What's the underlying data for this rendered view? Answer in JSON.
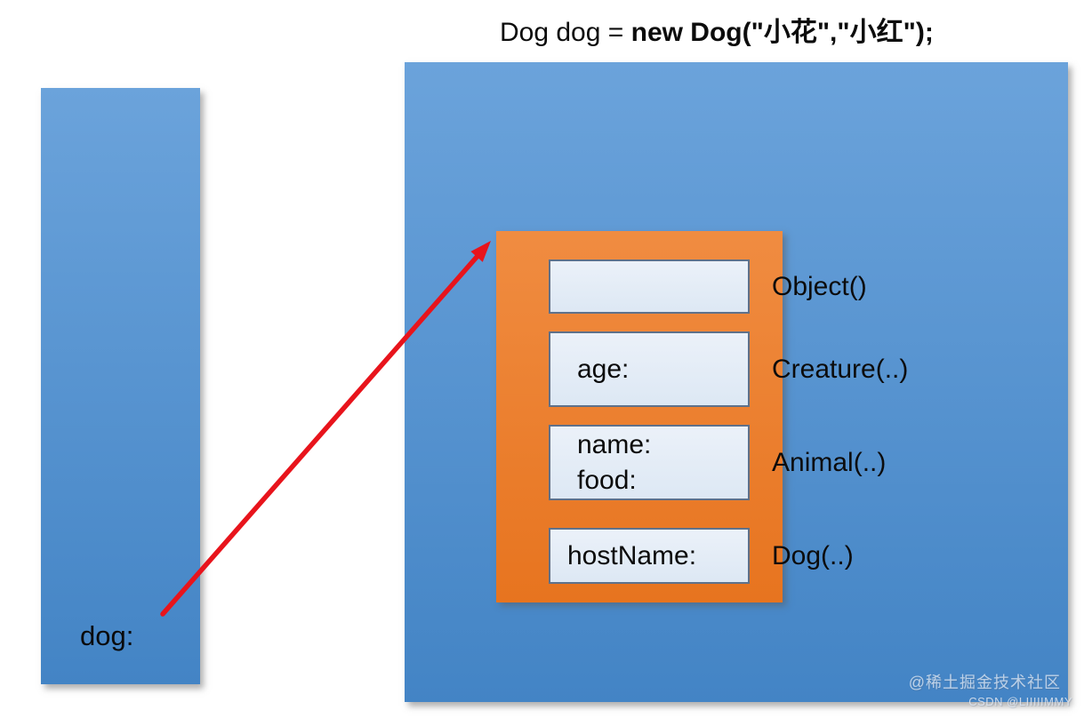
{
  "code_statement": {
    "normal_part": "Dog dog = ",
    "bold_part": "new Dog(\"小花\",\"小红\");"
  },
  "stack": {
    "variable_label": "dog:"
  },
  "heap": {
    "object_layers": [
      {
        "fields": [],
        "constructor": "Object()"
      },
      {
        "fields": [
          "age:"
        ],
        "constructor": "Creature(..)"
      },
      {
        "fields": [
          "name:",
          "food:"
        ],
        "constructor": "Animal(..)"
      },
      {
        "fields": [
          "hostName:"
        ],
        "constructor": "Dog(..)"
      }
    ]
  },
  "watermark": {
    "line1": "@稀土掘金技术社区",
    "line2": "CSDN @LIIIIIMMY"
  },
  "colors": {
    "blue_top": "#6ba3db",
    "blue_bottom": "#4384c5",
    "orange_top": "#f08c41",
    "orange_bottom": "#e7741f",
    "slot_fill_top": "#ebf1f9",
    "slot_fill_bottom": "#dde8f4",
    "slot_border": "#5f718a",
    "arrow": "#e8141c"
  }
}
